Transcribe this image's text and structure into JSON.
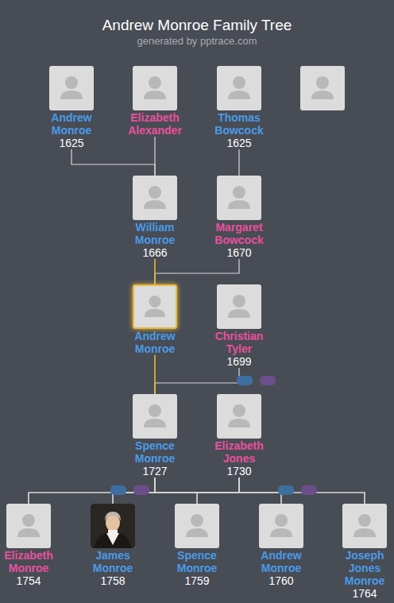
{
  "diagram": {
    "title": "Andrew Monroe Family Tree",
    "nodes": [
      {
        "text": [
          "Andrew Monroe",
          "1625"
        ]
      },
      {
        "text": [
          "Elizabeth Alexander"
        ]
      },
      {
        "text": [
          "Thomas Bowcock",
          "1625"
        ]
      },
      {
        "text": [
          "William Monroe",
          "1666"
        ]
      },
      {
        "text": [
          "Margaret Bowcock",
          "1670"
        ]
      },
      {
        "text": [
          "Andrew Monroe"
        ]
      },
      {
        "text": [
          "Christian Tyler",
          "1699"
        ]
      },
      {
        "text": [
          "Spence Monroe",
          "1727"
        ]
      },
      {
        "text": [
          "Elizabeth Jones",
          "1730"
        ]
      },
      {
        "text": [
          "Elizabeth Monroe",
          "1754"
        ]
      },
      {
        "text": [
          "James Monroe",
          "1758"
        ]
      },
      {
        "text": [
          "Spence Monroe",
          "1759"
        ]
      },
      {
        "text": [
          "Andrew Monroe",
          "1760"
        ]
      },
      {
        "text": [
          "Joseph Jones Monroe",
          "1764"
        ]
      }
    ],
    "edges": [
      {
        "from": 0,
        "to": 3,
        "arrow": "none"
      },
      {
        "from": 1,
        "to": 3,
        "arrow": "none"
      },
      {
        "from": 2,
        "to": 4,
        "arrow": "none"
      },
      {
        "from": 3,
        "to": 5,
        "arrow": "none"
      },
      {
        "from": 4,
        "to": 5,
        "arrow": "none"
      },
      {
        "from": 5,
        "to": 7,
        "arrow": "none"
      },
      {
        "from": 6,
        "to": 7,
        "arrow": "none"
      },
      {
        "from": 7,
        "to": 9,
        "arrow": "none"
      },
      {
        "from": 7,
        "to": 10,
        "arrow": "none"
      },
      {
        "from": 7,
        "to": 11,
        "arrow": "none"
      },
      {
        "from": 7,
        "to": 12,
        "arrow": "none"
      },
      {
        "from": 7,
        "to": 13,
        "arrow": "none"
      },
      {
        "from": 8,
        "to": 9,
        "arrow": "none"
      },
      {
        "from": 8,
        "to": 10,
        "arrow": "none"
      },
      {
        "from": 8,
        "to": 11,
        "arrow": "none"
      },
      {
        "from": 8,
        "to": 12,
        "arrow": "none"
      },
      {
        "from": 8,
        "to": 13,
        "arrow": "none"
      }
    ],
    "labels": [
      "generated by pptrace.com"
    ]
  }
}
